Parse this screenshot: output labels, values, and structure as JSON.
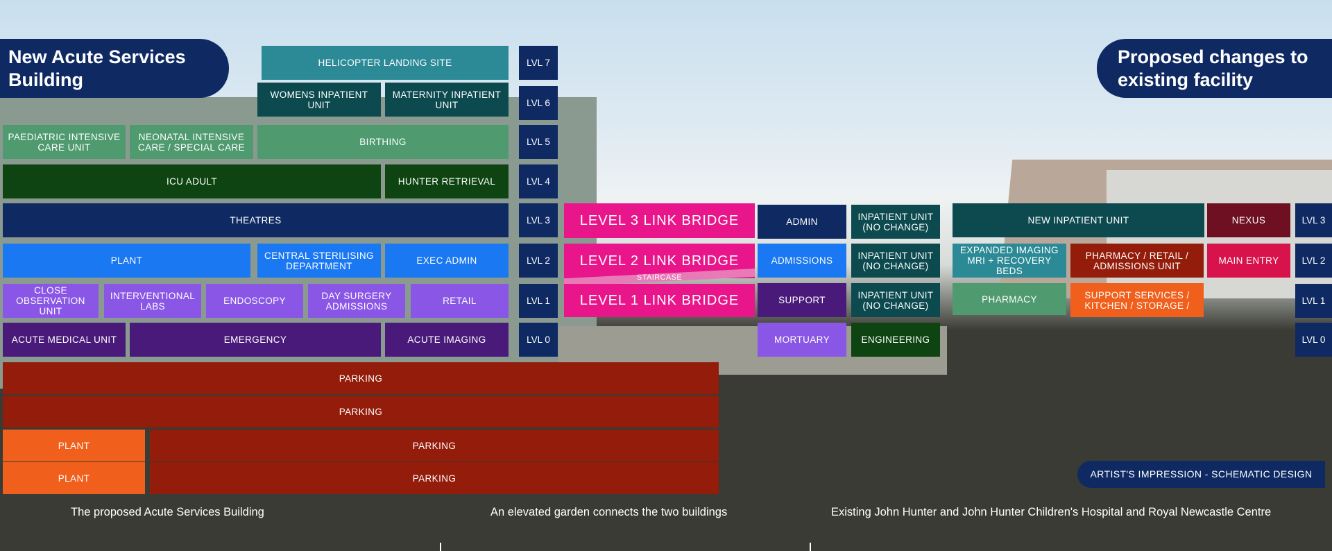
{
  "titles": {
    "left": "New Acute Services Building",
    "right": "Proposed changes to existing facility"
  },
  "levels": {
    "lvl7": "LVL 7",
    "lvl6": "LVL 6",
    "lvl5": "LVL 5",
    "lvl4": "LVL 4",
    "lvl3": "LVL 3",
    "lvl2": "LVL 2",
    "lvl1": "LVL 1",
    "lvl0": "LVL 0"
  },
  "new_building": {
    "lvl7": [
      "HELICOPTER LANDING SITE"
    ],
    "lvl6": [
      "WOMENS INPATIENT UNIT",
      "MATERNITY INPATIENT UNIT"
    ],
    "lvl5": [
      "PAEDIATRIC INTENSIVE CARE UNIT",
      "NEONATAL INTENSIVE CARE / SPECIAL CARE",
      "BIRTHING"
    ],
    "lvl4": [
      "ICU ADULT",
      "HUNTER RETRIEVAL"
    ],
    "lvl3": [
      "THEATRES"
    ],
    "lvl2": [
      "PLANT",
      "CENTRAL STERILISING DEPARTMENT",
      "EXEC ADMIN"
    ],
    "lvl1": [
      "CLOSE OBSERVATION UNIT",
      "INTERVENTIONAL LABS",
      "ENDOSCOPY",
      "DAY SURGERY ADMISSIONS",
      "RETAIL"
    ],
    "lvl0": [
      "ACUTE MEDICAL UNIT",
      "EMERGENCY",
      "ACUTE IMAGING"
    ],
    "basement": [
      "PARKING",
      "PARKING",
      "PLANT",
      "PARKING",
      "PLANT",
      "PARKING"
    ]
  },
  "bridges": [
    "LEVEL 3 LINK BRIDGE",
    "LEVEL 2 LINK BRIDGE",
    "STAIRCASE",
    "LEVEL 1 LINK BRIDGE"
  ],
  "existing": {
    "lvl3": [
      "ADMIN",
      "INPATIENT UNIT (NO CHANGE)",
      "NEW INPATIENT UNIT",
      "NEXUS"
    ],
    "lvl2": [
      "ADMISSIONS",
      "INPATIENT UNIT (NO CHANGE)",
      "EXPANDED IMAGING MRI + RECOVERY BEDS",
      "PHARMACY / RETAIL / ADMISSIONS UNIT",
      "MAIN ENTRY"
    ],
    "lvl1": [
      "SUPPORT",
      "INPATIENT UNIT (NO CHANGE)",
      "PHARMACY",
      "SUPPORT SERVICES / KITCHEN / STORAGE /"
    ],
    "lvl0": [
      "MORTUARY",
      "ENGINEERING"
    ]
  },
  "badge": "ARTIST'S IMPRESSION - SCHEMATIC DESIGN",
  "captions": [
    "The proposed Acute Services Building",
    "An elevated garden connects the two buildings",
    "Existing John Hunter and John Hunter Children's Hospital and Royal Newcastle Centre"
  ],
  "colors": {
    "navy": "#0f2a63",
    "teal": "#2c8a96",
    "dark_teal": "#0c4a4f",
    "sage": "#4f9a6f",
    "forest": "#0d4411",
    "blue": "#1a78f2",
    "violet": "#8a56e6",
    "purple": "#4a1a7a",
    "rust": "#931c0a",
    "orange": "#f0601c",
    "magenta": "#e8168a",
    "maroon": "#6e0f22",
    "crimson": "#d8124a"
  }
}
